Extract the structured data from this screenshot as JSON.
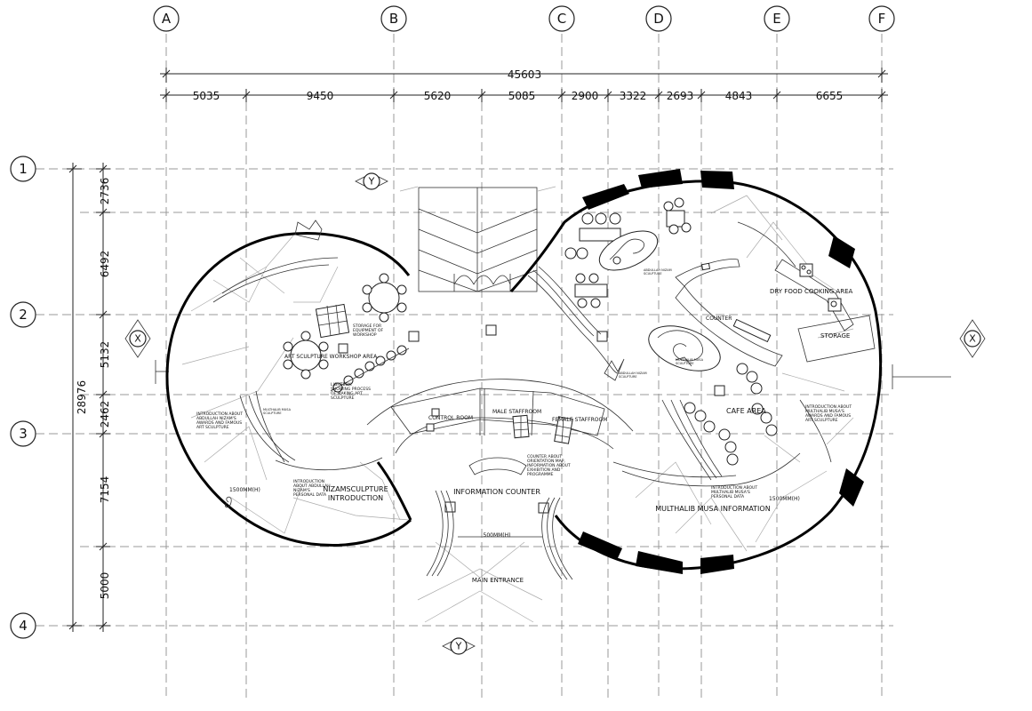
{
  "grid": {
    "columns": [
      "A",
      "B",
      "C",
      "D",
      "E",
      "F"
    ],
    "rows": [
      "1",
      "2",
      "3",
      "4"
    ]
  },
  "dimensions": {
    "total_horizontal": "45603",
    "horizontal": [
      "5035",
      "9450",
      "5620",
      "5085",
      "2900",
      "3322",
      "2693",
      "4843",
      "6655"
    ],
    "total_vertical": "28976",
    "vertical": [
      "2736",
      "6492",
      "5132",
      "2462",
      "7154",
      "5000"
    ]
  },
  "section_markers": {
    "y_top": "Y",
    "y_bottom": "Y",
    "x_left": "X",
    "x_right": "X"
  },
  "labels": {
    "storage_equipment": [
      "STORAGE FOR",
      "EQUIPMENT OF",
      "WORKSHOP"
    ],
    "art_sculpture_workshop": "ART SCULPTURE WORKSHOP AREA",
    "lightbox": [
      "LIGHTBOX:",
      "SHOWING PROCESS",
      "OF MAKING ART",
      "SCULPTURE"
    ],
    "intro_abdullah_awards": [
      "INTRODUCTION ABOUT",
      "ABDULLAH NIZAM'S",
      "AWARDS AND FAMOUS",
      "ART SCULPTURE"
    ],
    "multihalib_sculpture_left": [
      "MULTHALIB MUSA",
      "SCULPTURE"
    ],
    "intro_abdullah_personal": [
      "INTRODUCTION",
      "ABOUT ABDULLAH",
      "NIZAM'S",
      "PERSONAL DATA"
    ],
    "height_1500_left": "1500MM(H)",
    "nizam_intro": [
      "NIZAMSCULPTURE",
      "INTRODUCTION"
    ],
    "control_room": "CONTROL ROOM",
    "male_staffroom": "MALE STAFFROOM",
    "female_staffroom": "FEMALE STAFFROOM",
    "counter_orientation": [
      "COUNTER ABOUT",
      "ORIENTATION MAP,",
      "INFORMATION ABOUT",
      "EXHIBITION AND",
      "PROGRAMME"
    ],
    "information_counter": "INFORMATION COUNTER",
    "height_500": "500MM(H)",
    "main_entrance": "MAIN ENTRANCE",
    "abdullah_sculpture_top": [
      "ABDULLAH NIZAM",
      "SCULPTURE"
    ],
    "multihalib_sculpture_mid": [
      "MULTHALIB MUSA",
      "SCULPTURE"
    ],
    "abdullah_sculpture_mid": [
      "ABDULLAH NIZAM",
      "SCULPTURE"
    ],
    "dry_food": "DRY FOOD COOKING AREA",
    "counter": "COUNTER",
    "storage": "STORAGE",
    "cafe_area": "CAFE AREA",
    "intro_multhalib_awards": [
      "INTRODUCTION ABOUT",
      "MULTHALIB MUSA'S",
      "AWARDS AND FAMOUS",
      "ART SCULPTURE"
    ],
    "intro_multhalib_personal": [
      "INTRODUCTION ABOUT",
      "MULTHALIB MUSA'S",
      "PERSONAL DATA"
    ],
    "height_1500_right": "1500MM(H)",
    "multhalib_info": "MULTHALIB MUSA INFORMATION"
  }
}
